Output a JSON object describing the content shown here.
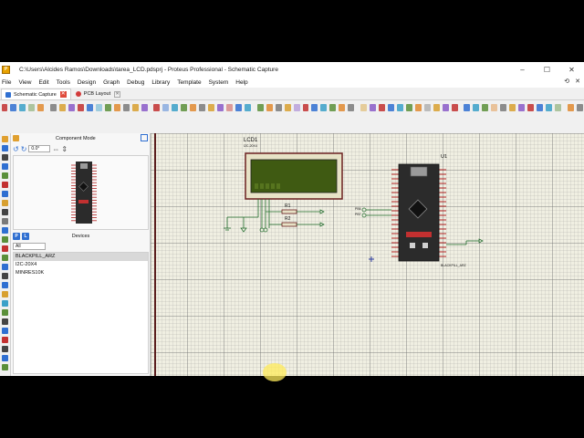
{
  "window": {
    "title": "C:\\Users\\Alcides Ramos\\Downloads\\tarea_LCD.pdsprj - Proteus Professional - Schematic Capture",
    "controls": {
      "minimize": "–",
      "maximize": "☐",
      "close": "✕"
    }
  },
  "menu": {
    "items": [
      "File",
      "View",
      "Edit",
      "Tools",
      "Design",
      "Graph",
      "Debug",
      "Library",
      "Template",
      "System",
      "Help"
    ]
  },
  "tabs": [
    {
      "label": "Schematic Capture",
      "close": "✕",
      "color": "#2f6fd1"
    },
    {
      "label": "PCB Layout",
      "close": "✕",
      "color": "#d23c3c"
    }
  ],
  "panel": {
    "mode_label": "Component Mode",
    "angle_value": "0.0°",
    "p_button": "P",
    "l_button": "L",
    "devices_title": "Devices",
    "filter_value": "All",
    "devices": [
      "BLACKPILL_ARZ",
      "I2C-20X4",
      "MINRES10K"
    ],
    "selected_device": "BLACKPILL_ARZ"
  },
  "schematic": {
    "lcd_ref": "LCD1",
    "lcd_value": "I2C-20X4",
    "r1_ref": "R1",
    "r2_ref": "R2",
    "u1_ref": "U1",
    "u1_value": "BLACKPILL_ARZ",
    "pin_pb6": "PB6",
    "pin_pb7": "PB7"
  },
  "colors": {
    "canvas_bg": "#f0efe2",
    "lcd_screen": "#3f5a12",
    "board": "#2b2b2b",
    "wire": "#1f6b2a",
    "pin": "#b22222"
  }
}
